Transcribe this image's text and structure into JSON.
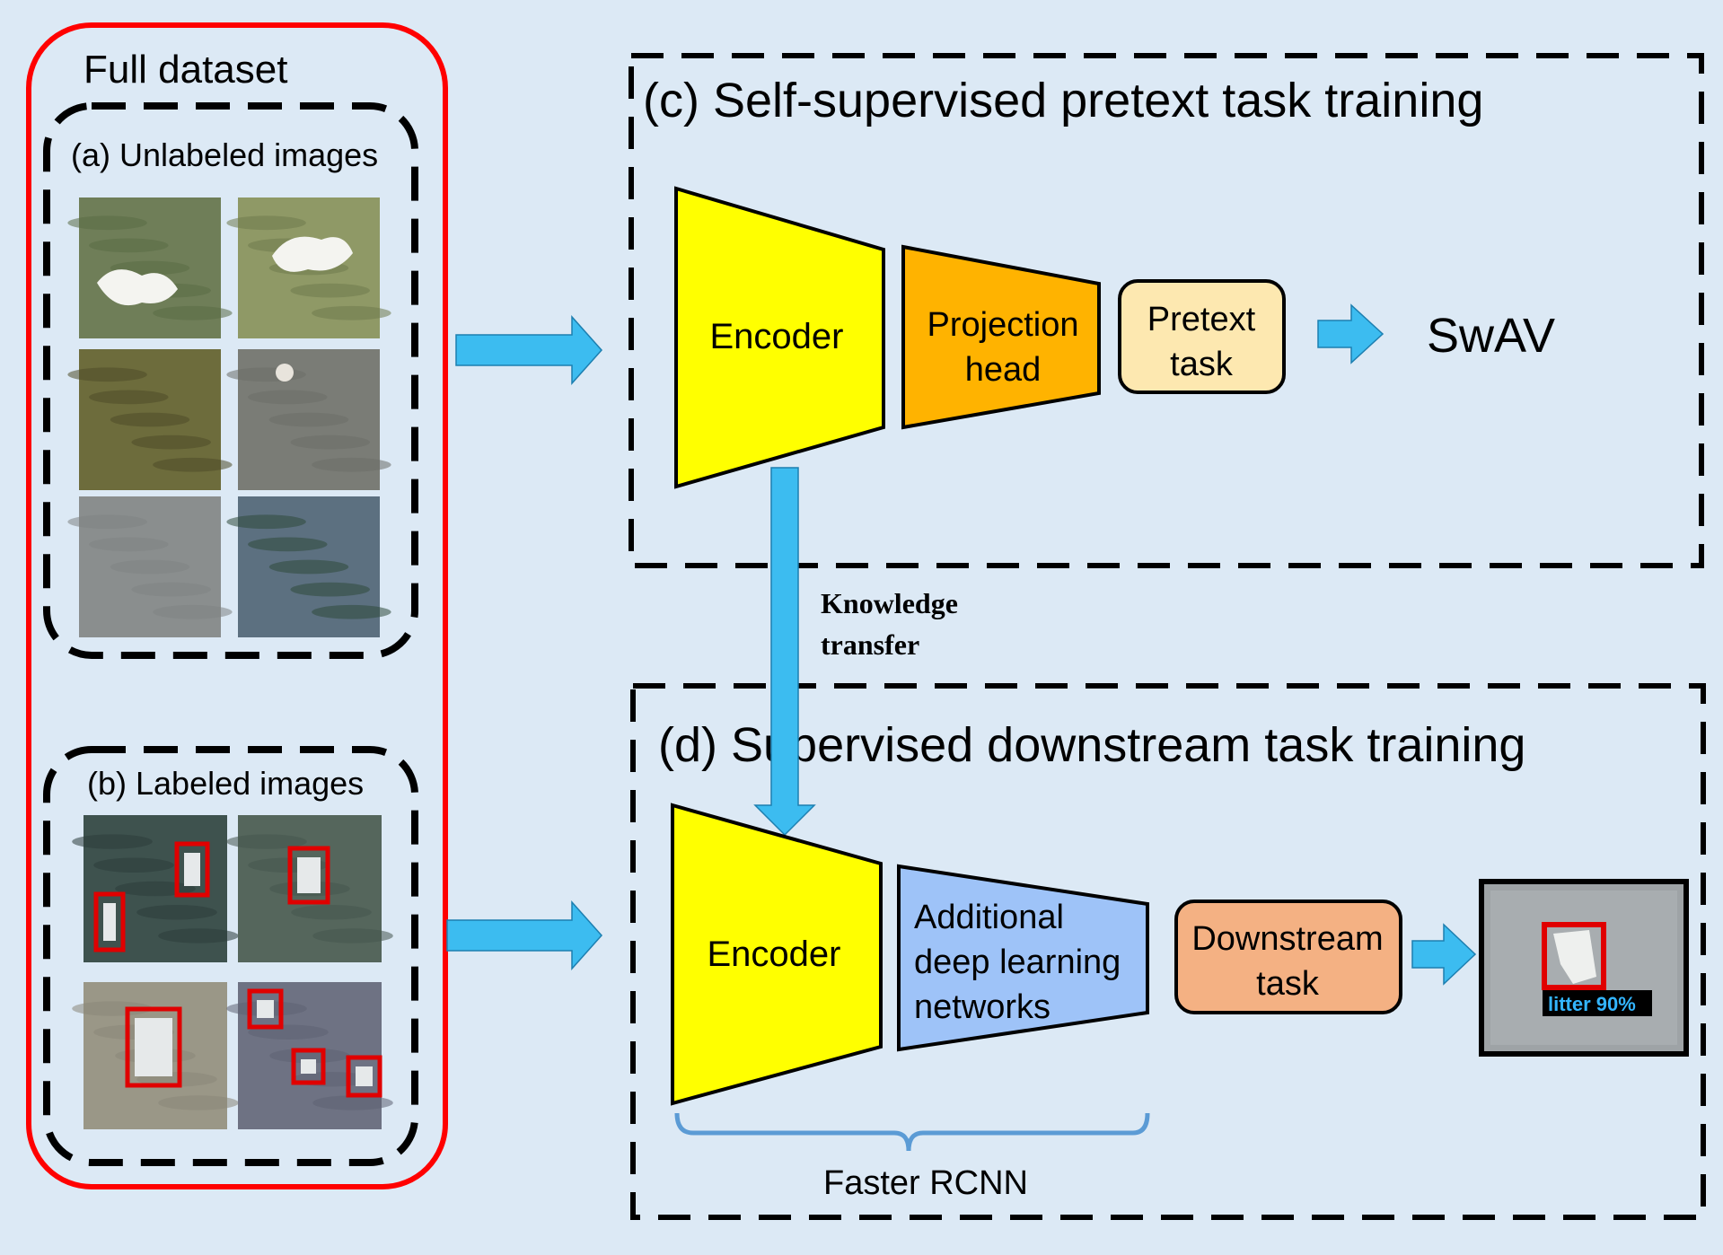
{
  "full_dataset": {
    "title": "Full dataset"
  },
  "unlabeled": {
    "title": "(a) Unlabeled images",
    "tiles": [
      {
        "name": "unlabeled-tile-1",
        "base": "#6f7e58",
        "tone": "#5a6b45"
      },
      {
        "name": "unlabeled-tile-2",
        "base": "#8f9966",
        "tone": "#6f7a4c"
      },
      {
        "name": "unlabeled-tile-3",
        "base": "#6d6c3c",
        "tone": "#4e4c28"
      },
      {
        "name": "unlabeled-tile-4",
        "base": "#7a7c76",
        "tone": "#6c6e68"
      },
      {
        "name": "unlabeled-tile-5",
        "base": "#8a8e8e",
        "tone": "#7f8383"
      },
      {
        "name": "unlabeled-tile-6",
        "base": "#5c7080",
        "tone": "#2f4a3a"
      }
    ]
  },
  "labeled": {
    "title": "(b) Labeled images",
    "tiles": [
      {
        "name": "labeled-tile-1",
        "base": "#3e524e",
        "tone": "#2c3c3a"
      },
      {
        "name": "labeled-tile-2",
        "base": "#55665c",
        "tone": "#46564e"
      },
      {
        "name": "labeled-tile-3",
        "base": "#9a9787",
        "tone": "#8a8778"
      },
      {
        "name": "labeled-tile-4",
        "base": "#6e7283",
        "tone": "#5e6273"
      }
    ]
  },
  "pretext": {
    "title": "(c) Self-supervised pretext task training",
    "encoder": "Encoder",
    "projection_head": [
      "Projection",
      "head"
    ],
    "pretext_task": [
      "Pretext",
      "task"
    ],
    "method": "SwAV"
  },
  "knowledge_transfer": [
    "Knowledge",
    "transfer"
  ],
  "downstream": {
    "title": "(d) Supervised downstream task training",
    "encoder": "Encoder",
    "additional": [
      "Additional",
      "deep learning",
      "networks"
    ],
    "downstream_task": [
      "Downstream",
      "task"
    ],
    "detection_label": "litter 90%",
    "brace_label": "Faster RCNN"
  },
  "colors": {
    "background": "#dce9f5",
    "encoder": "#ffff00",
    "projection_head": "#ffb300",
    "pretext_task": "#fde8b0",
    "additional": "#9ec3f8",
    "downstream_task": "#f4b183",
    "arrow": "#3cbcf0",
    "dataset_border": "#ff0000",
    "brace": "#5b9bd5",
    "detection_text": "#33b5ff"
  }
}
